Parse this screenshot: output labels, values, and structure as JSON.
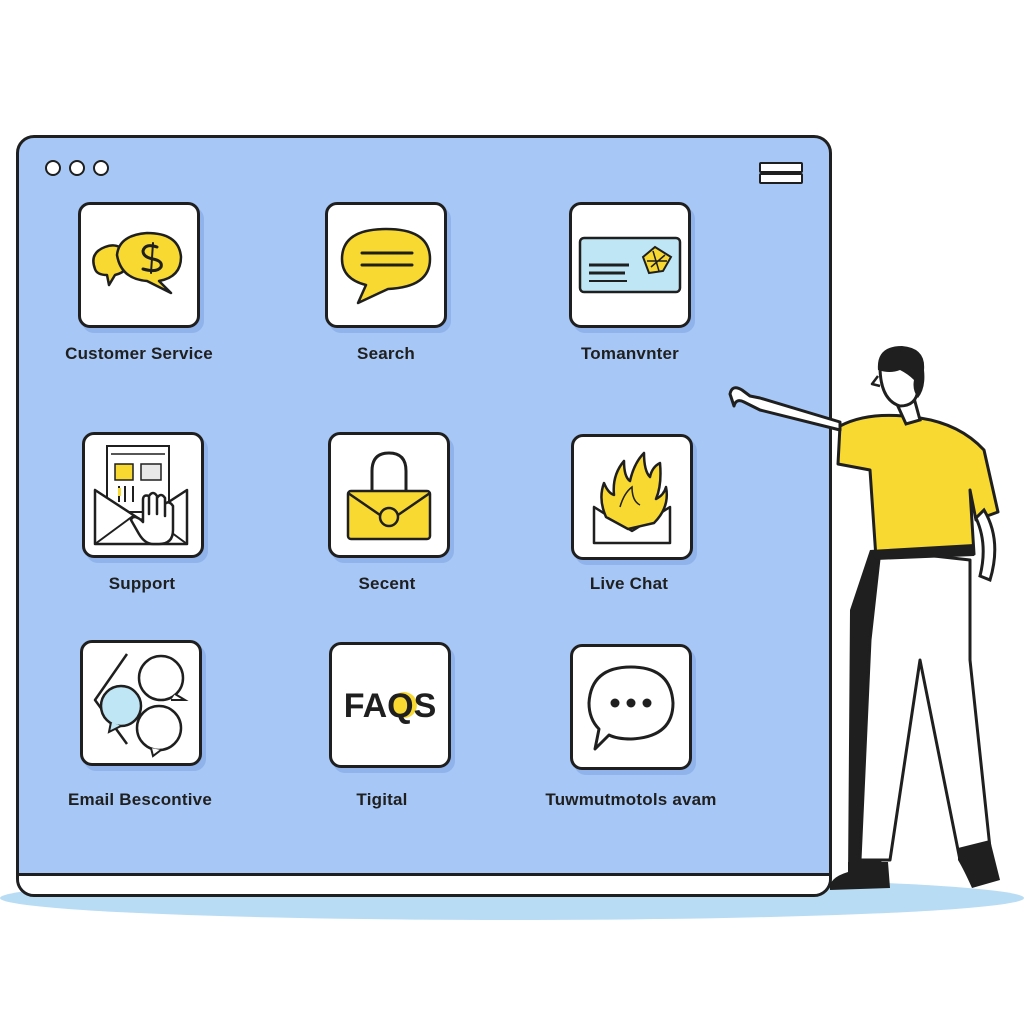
{
  "window": {
    "controls": [
      "dot",
      "dot",
      "dot"
    ]
  },
  "menu": {
    "icon": "hamburger-menu-icon"
  },
  "tiles": [
    {
      "label": "Customer Service",
      "icon": "speech-bubbles-dollar-icon"
    },
    {
      "label": "Search",
      "icon": "speech-bubble-lines-icon"
    },
    {
      "label": "Tomanvnter",
      "icon": "card-map-icon"
    },
    {
      "label": "Support",
      "icon": "envelope-hand-icon"
    },
    {
      "label": "Secent",
      "icon": "locked-envelope-icon"
    },
    {
      "label": "Live Chat",
      "icon": "flame-envelope-icon"
    },
    {
      "label": "Email Bescontive",
      "icon": "chat-bubbles-icon"
    },
    {
      "label": "Tigital",
      "icon": "faqs-icon",
      "text": "FAQS"
    },
    {
      "label": "Tuwmutmotols avam",
      "icon": "chat-ellipsis-icon"
    }
  ],
  "colors": {
    "window_bg": "#a7c8f6",
    "accent_yellow": "#f7d932",
    "outline": "#1f1f1f",
    "card_blue": "#bfe6f5"
  }
}
